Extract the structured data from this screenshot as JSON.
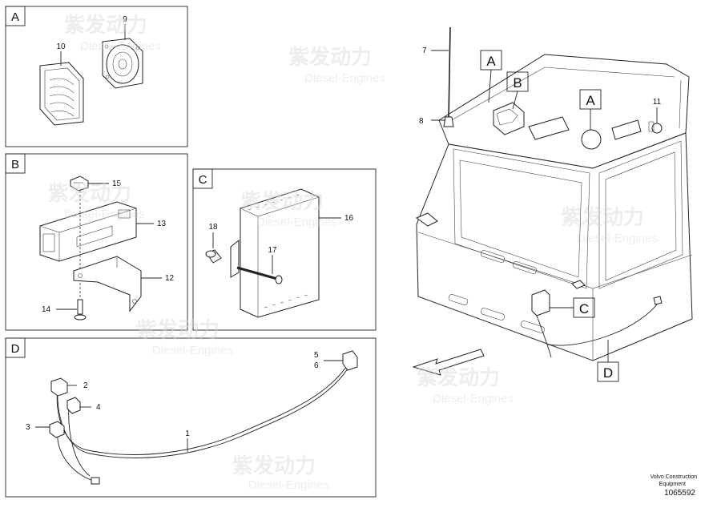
{
  "watermark": {
    "cn": "紫发动力",
    "en": "Diesel-Engines"
  },
  "panels": {
    "A": {
      "letter": "A",
      "parts": [
        "9",
        "10"
      ]
    },
    "B": {
      "letter": "B",
      "parts": [
        "15",
        "13",
        "12",
        "14"
      ]
    },
    "C": {
      "letter": "C",
      "parts": [
        "18",
        "17",
        "16"
      ]
    },
    "D": {
      "letter": "D",
      "parts": [
        "5",
        "6",
        "2",
        "4",
        "3",
        "1"
      ]
    }
  },
  "main": {
    "part_numbers": [
      "7",
      "8",
      "11"
    ],
    "callouts": [
      "A",
      "B",
      "A",
      "C",
      "D"
    ]
  },
  "footer": {
    "brand_line1": "Volvo Construction",
    "brand_line2": "Equipment",
    "drawing_number": "1065592"
  }
}
